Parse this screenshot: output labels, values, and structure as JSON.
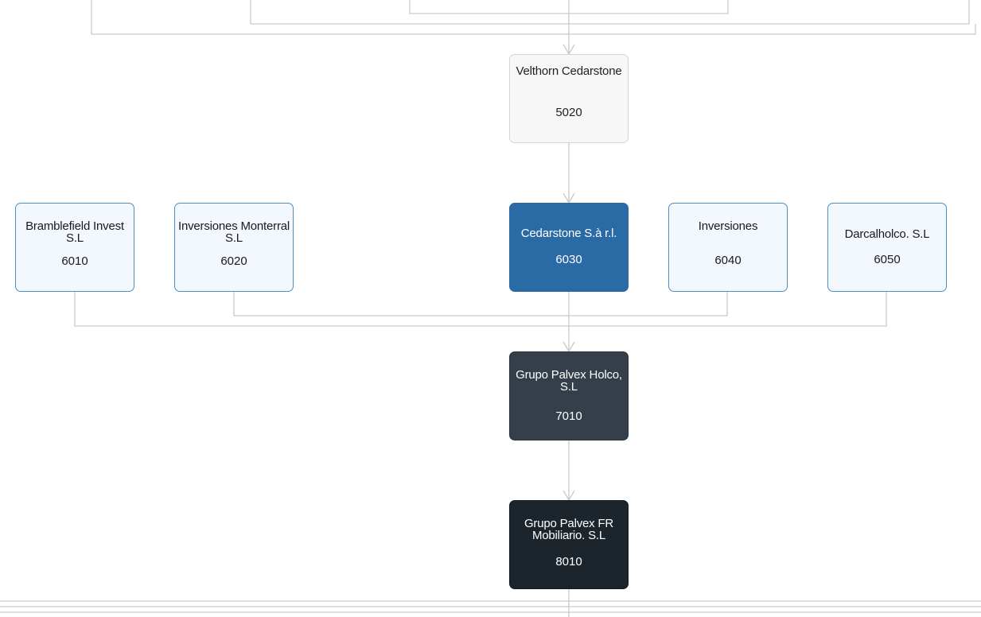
{
  "nodes": {
    "velthorn": {
      "name": "Velthorn Cedarstone",
      "code": "5020"
    },
    "bramblefield": {
      "name": "Bramblefield Invest S.L",
      "code": "6010"
    },
    "monterral": {
      "name": "Inversiones Monterral S.L",
      "code": "6020"
    },
    "cedarstone": {
      "name": "Cedarstone S.à r.l.",
      "code": "6030"
    },
    "inversiones": {
      "name": "Inversiones",
      "code": "6040"
    },
    "darcalholco": {
      "name": "Darcalholco. S.L",
      "code": "6050"
    },
    "palvex_holco": {
      "name": "Grupo Palvex Holco, S.L",
      "code": "7010"
    },
    "palvex_fr": {
      "name": "Grupo Palvex FR Mobiliario. S.L",
      "code": "8010"
    }
  },
  "colors": {
    "connector": "#c9c9c9",
    "node_light_border": "#4d8ec5",
    "node_light_fill": "#f2f8fd",
    "node_selected": "#2a6aa5",
    "node_slate": "#343f49",
    "node_dark": "#1c252c"
  }
}
